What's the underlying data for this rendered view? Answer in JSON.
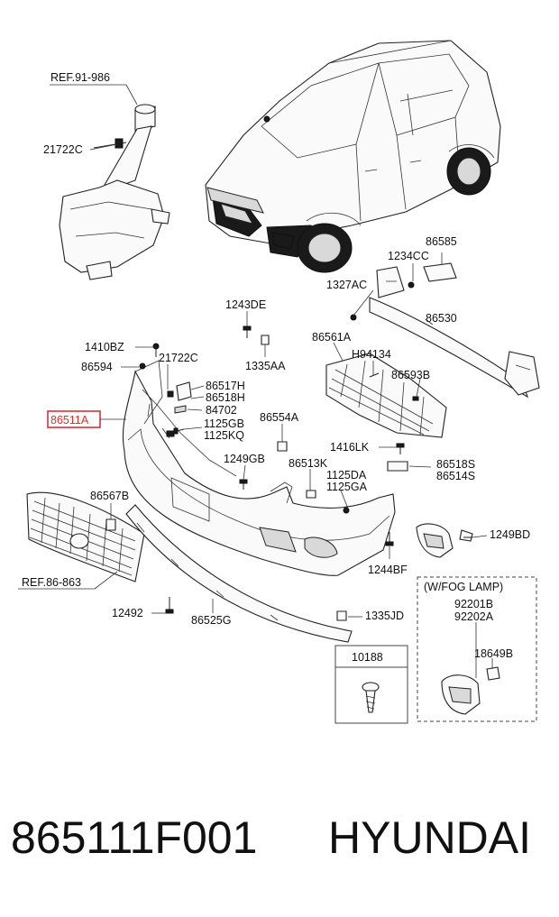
{
  "diagram": {
    "highlight_color": "#d6303a",
    "labels": {
      "ref_91_986": "REF.91-986",
      "p21722c_top": "21722C",
      "p1243de": "1243DE",
      "p1335aa": "1335AA",
      "p1410bz": "1410BZ",
      "p86594": "86594",
      "p21722c_mid": "21722C",
      "p86517h": "86517H",
      "p86518h": "86518H",
      "p84702": "84702",
      "p1125gb": "1125GB",
      "p1125kq": "1125KQ",
      "p86511a": "86511A",
      "p86554a": "86554A",
      "p1249gb": "1249GB",
      "p86513k": "86513K",
      "p1125da": "1125DA",
      "p1125ga": "1125GA",
      "p86567b": "86567B",
      "ref_86_863": "REF.86-863",
      "p12492": "12492",
      "p86525g": "86525G",
      "p1244bf": "1244BF",
      "p1335jd": "1335JD",
      "p10188": "10188",
      "p86585": "86585",
      "p1234cc": "1234CC",
      "p1327ac": "1327AC",
      "p86530": "86530",
      "p86561a": "86561A",
      "ph94134": "H94134",
      "p86593b": "86593B",
      "p1416lk": "1416LK",
      "p86518s": "86518S",
      "p86514s": "86514S",
      "p1249bd": "1249BD",
      "fog_lamp_title": "(W/FOG LAMP)",
      "p92201b": "92201B",
      "p92202a": "92202A",
      "p18649b": "18649B"
    }
  },
  "caption": {
    "part_number": "865111F001",
    "brand": "HYUNDAI"
  }
}
